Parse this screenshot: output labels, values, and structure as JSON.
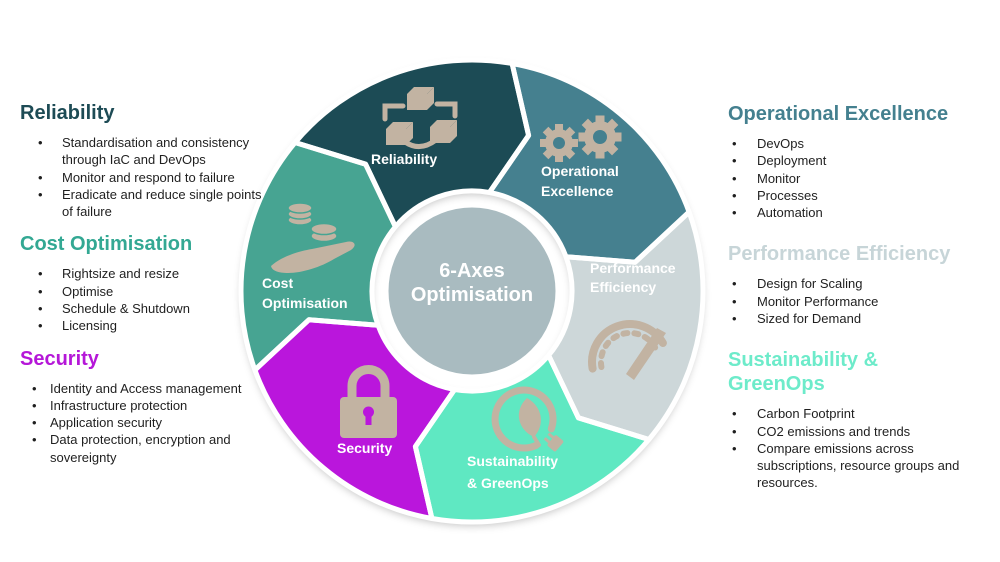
{
  "wheel": {
    "center": {
      "label_lines": [
        "6-Axes",
        "Optimisation"
      ],
      "color": "#a9bbc0"
    },
    "icon_color": "#c2b3a2",
    "segments": [
      {
        "id": "reliability",
        "label_lines": [
          "Reliability",
          ""
        ],
        "color": "#1e4b55",
        "icon": "cubes-network-icon"
      },
      {
        "id": "operational-excellence",
        "label_lines": [
          "Operational",
          "Excellence"
        ],
        "color": "#44808f",
        "icon": "gears-icon"
      },
      {
        "id": "performance-efficiency",
        "label_lines": [
          "Performance",
          "Efficiency"
        ],
        "color": "#cdd7d9",
        "icon": "speedometer-icon"
      },
      {
        "id": "sustainability-greenops",
        "label_lines": [
          "Sustainability",
          "& GreenOps"
        ],
        "color": "#5fe8c2",
        "icon": "leaf-plug-icon"
      },
      {
        "id": "security",
        "label_lines": [
          "Security",
          ""
        ],
        "color": "#ba16dc",
        "icon": "padlock-icon"
      },
      {
        "id": "cost-optimisation",
        "label_lines": [
          "Cost",
          "Optimisation"
        ],
        "color": "#46a492",
        "icon": "coins-hand-icon"
      }
    ]
  },
  "left_sections": [
    {
      "heading": "Reliability",
      "color": "#1d4b55",
      "bullets": [
        "Standardisation and consistency through IaC and DevOps",
        "Monitor and respond to failure",
        "Eradicate and reduce single points of failure"
      ]
    },
    {
      "heading": "Cost Optimisation",
      "color": "#33a893",
      "bullets": [
        "Rightsize and resize",
        "Optimise",
        "Schedule & Shutdown",
        "Licensing"
      ]
    },
    {
      "heading": "Security",
      "color": "#b517d8",
      "bullets": [
        "Identity and Access management",
        "Infrastructure protection",
        "Application security",
        "Data protection, encryption and sovereignty"
      ]
    }
  ],
  "right_sections": [
    {
      "heading": "Operational Excellence",
      "color": "#44808f",
      "bullets": [
        "DevOps",
        "Deployment",
        "Monitor",
        "Processes",
        "Automation"
      ]
    },
    {
      "heading": "Performance Efficiency",
      "color": "#c7d5d8",
      "bullets": [
        "Design for Scaling",
        "Monitor Performance",
        "Sized for Demand"
      ]
    },
    {
      "heading": "Sustainability & GreenOps",
      "color": "#6debca",
      "bullets": [
        "Carbon Footprint",
        "CO2 emissions and trends",
        "Compare emissions across subscriptions, resource groups and resources."
      ]
    }
  ]
}
